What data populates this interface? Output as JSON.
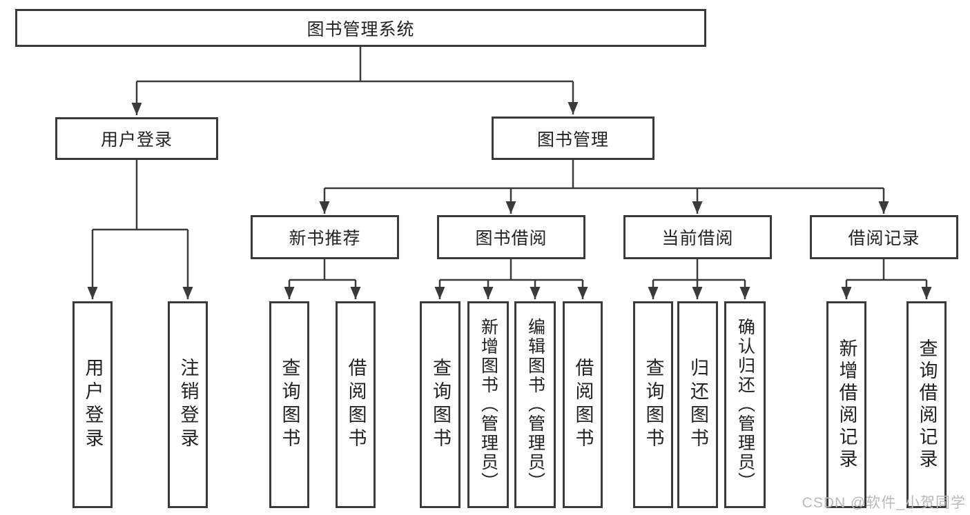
{
  "diagram": {
    "title": "图书管理系统",
    "watermark": "CSDN @软件_小贺同学",
    "colors": {
      "line": "#3a3a3a",
      "box_border": "#3a3a3a",
      "box_background": "#ffffff",
      "text": "#222222",
      "watermark": "#b9b9b9",
      "background": "#ffffff"
    },
    "nodes": {
      "root": {
        "label": "图书管理系统"
      },
      "level2": {
        "user_login": {
          "label": "用户登录"
        },
        "book_management": {
          "label": "图书管理"
        }
      },
      "level3": {
        "new_book_recommend": {
          "label": "新书推荐"
        },
        "book_borrow": {
          "label": "图书借阅"
        },
        "current_borrow": {
          "label": "当前借阅"
        },
        "borrow_record": {
          "label": "借阅记录"
        }
      },
      "leaves": {
        "user_login_leaf": {
          "label": "用户登录",
          "parent": "用户登录"
        },
        "logout": {
          "label": "注销登录",
          "parent": "用户登录"
        },
        "rec_query_book": {
          "label": "查询图书",
          "parent": "新书推荐"
        },
        "rec_borrow_book": {
          "label": "借阅图书",
          "parent": "新书推荐"
        },
        "borrow_query_book": {
          "label": "查询图书",
          "parent": "图书借阅"
        },
        "borrow_add_book": {
          "label": "新增图书（管理员）",
          "parent": "图书借阅"
        },
        "borrow_edit_book": {
          "label": "编辑图书（管理员）",
          "parent": "图书借阅"
        },
        "borrow_borrow_book": {
          "label": "借阅图书",
          "parent": "图书借阅"
        },
        "current_query_book": {
          "label": "查询图书",
          "parent": "当前借阅"
        },
        "current_return_book": {
          "label": "归还图书",
          "parent": "当前借阅"
        },
        "current_confirm_return": {
          "label": "确认归还（管理员）",
          "parent": "当前借阅"
        },
        "record_add_record": {
          "label": "新增借阅记录",
          "parent": "借阅记录"
        },
        "record_query_record": {
          "label": "查询借阅记录",
          "parent": "借阅记录"
        }
      }
    }
  }
}
